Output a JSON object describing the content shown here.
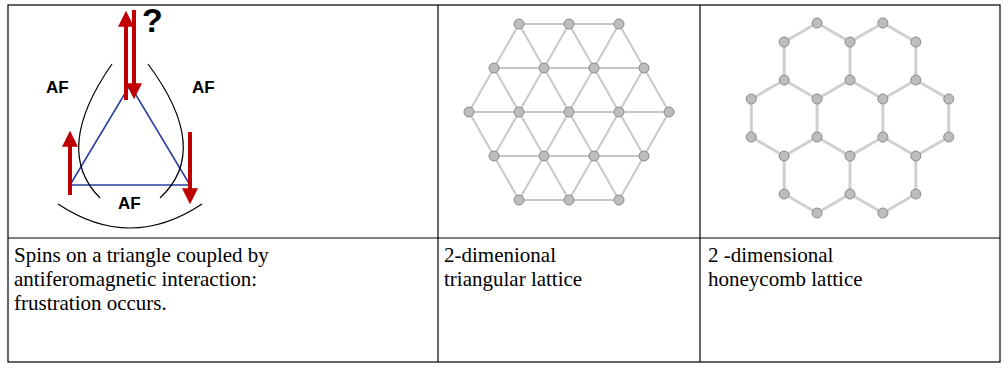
{
  "diagram": {
    "labels": [
      "?",
      "AF",
      "AF",
      "AF",
      "Spins on a triangle coupled by antiferomagnetic interaction: frustration occurs.",
      "2-dimenional triangular lattice",
      "2 -dimensional honeycomb lattice"
    ]
  }
}
